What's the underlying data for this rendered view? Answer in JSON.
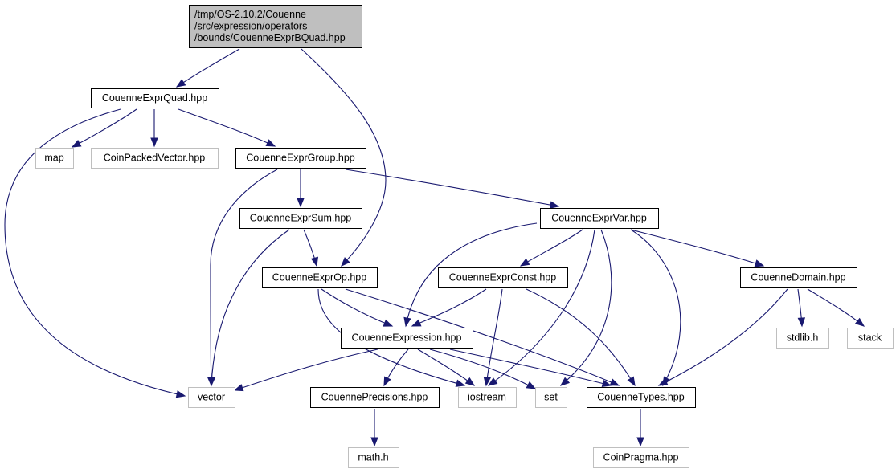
{
  "nodes": [
    {
      "id": "root",
      "lines": [
        "/tmp/OS-2.10.2/Couenne",
        "/src/expression/operators",
        "/bounds/CouenneExprBQuad.hpp"
      ],
      "kind": "root"
    },
    {
      "id": "quad",
      "lines": [
        "CouenneExprQuad.hpp"
      ],
      "kind": "file"
    },
    {
      "id": "map",
      "lines": [
        "map"
      ],
      "kind": "system"
    },
    {
      "id": "coinpacked",
      "lines": [
        "CoinPackedVector.hpp"
      ],
      "kind": "system"
    },
    {
      "id": "group",
      "lines": [
        "CouenneExprGroup.hpp"
      ],
      "kind": "file"
    },
    {
      "id": "sum",
      "lines": [
        "CouenneExprSum.hpp"
      ],
      "kind": "file"
    },
    {
      "id": "var",
      "lines": [
        "CouenneExprVar.hpp"
      ],
      "kind": "file"
    },
    {
      "id": "op",
      "lines": [
        "CouenneExprOp.hpp"
      ],
      "kind": "file"
    },
    {
      "id": "const",
      "lines": [
        "CouenneExprConst.hpp"
      ],
      "kind": "file"
    },
    {
      "id": "domain",
      "lines": [
        "CouenneDomain.hpp"
      ],
      "kind": "file"
    },
    {
      "id": "expression",
      "lines": [
        "CouenneExpression.hpp"
      ],
      "kind": "file"
    },
    {
      "id": "stdlib",
      "lines": [
        "stdlib.h"
      ],
      "kind": "system"
    },
    {
      "id": "stack",
      "lines": [
        "stack"
      ],
      "kind": "system"
    },
    {
      "id": "vector",
      "lines": [
        "vector"
      ],
      "kind": "system"
    },
    {
      "id": "precisions",
      "lines": [
        "CouennePrecisions.hpp"
      ],
      "kind": "file"
    },
    {
      "id": "iostream",
      "lines": [
        "iostream"
      ],
      "kind": "system"
    },
    {
      "id": "set",
      "lines": [
        "set"
      ],
      "kind": "system"
    },
    {
      "id": "types",
      "lines": [
        "CouenneTypes.hpp"
      ],
      "kind": "file"
    },
    {
      "id": "math",
      "lines": [
        "math.h"
      ],
      "kind": "system"
    },
    {
      "id": "coinpragma",
      "lines": [
        "CoinPragma.hpp"
      ],
      "kind": "system"
    }
  ],
  "edges": [
    {
      "from": "root",
      "to": "quad"
    },
    {
      "from": "root",
      "to": "op"
    },
    {
      "from": "quad",
      "to": "vector"
    },
    {
      "from": "quad",
      "to": "map"
    },
    {
      "from": "quad",
      "to": "coinpacked"
    },
    {
      "from": "quad",
      "to": "group"
    },
    {
      "from": "group",
      "to": "vector"
    },
    {
      "from": "group",
      "to": "sum"
    },
    {
      "from": "group",
      "to": "var"
    },
    {
      "from": "sum",
      "to": "vector"
    },
    {
      "from": "sum",
      "to": "op"
    },
    {
      "from": "var",
      "to": "expression"
    },
    {
      "from": "var",
      "to": "const"
    },
    {
      "from": "var",
      "to": "iostream"
    },
    {
      "from": "var",
      "to": "set"
    },
    {
      "from": "var",
      "to": "types"
    },
    {
      "from": "var",
      "to": "domain"
    },
    {
      "from": "op",
      "to": "expression"
    },
    {
      "from": "op",
      "to": "iostream"
    },
    {
      "from": "op",
      "to": "types"
    },
    {
      "from": "const",
      "to": "expression"
    },
    {
      "from": "const",
      "to": "iostream"
    },
    {
      "from": "const",
      "to": "types"
    },
    {
      "from": "domain",
      "to": "stdlib"
    },
    {
      "from": "domain",
      "to": "stack"
    },
    {
      "from": "domain",
      "to": "types"
    },
    {
      "from": "expression",
      "to": "vector"
    },
    {
      "from": "expression",
      "to": "precisions"
    },
    {
      "from": "expression",
      "to": "iostream"
    },
    {
      "from": "expression",
      "to": "set"
    },
    {
      "from": "expression",
      "to": "types"
    },
    {
      "from": "precisions",
      "to": "math"
    },
    {
      "from": "types",
      "to": "coinpragma"
    }
  ],
  "colors": {
    "edge": "#191970",
    "root_fill": "#bfbfbf",
    "node_border": "#000000",
    "system_border": "#bfbfbf"
  }
}
